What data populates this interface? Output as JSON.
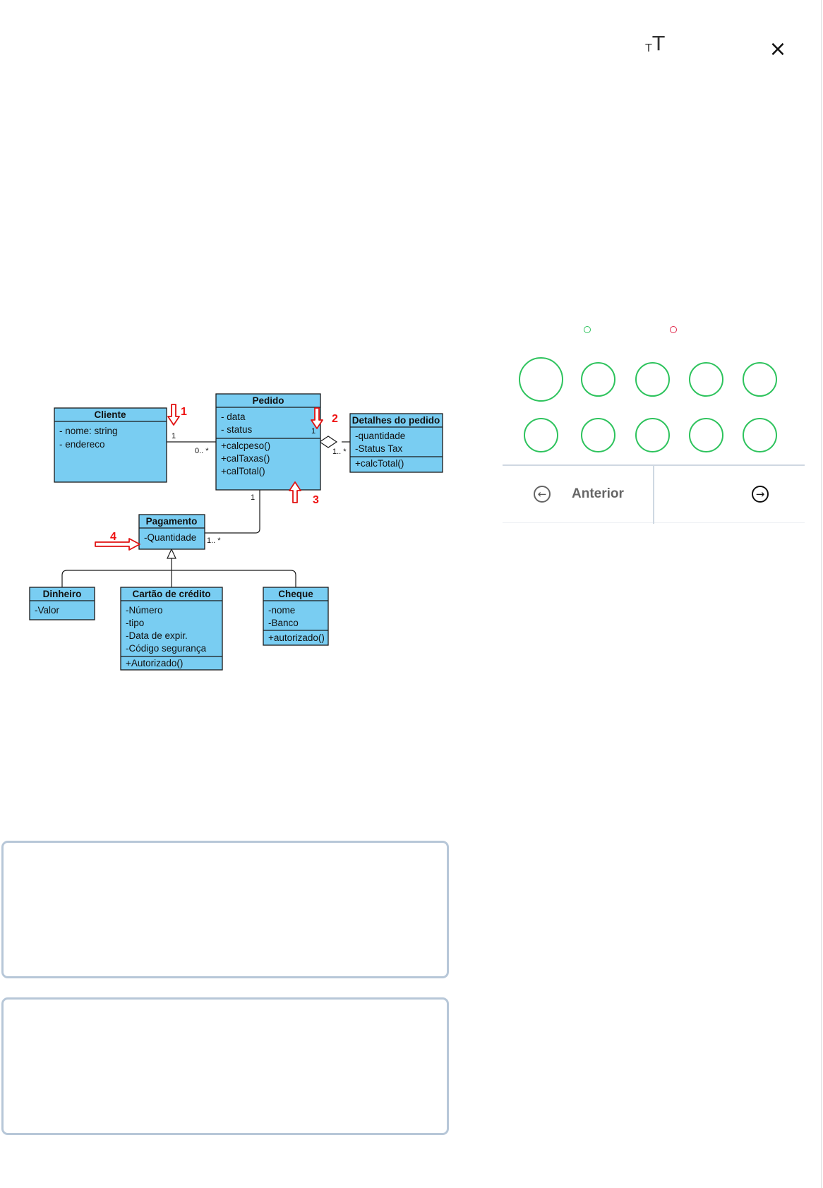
{
  "toolbar": {
    "font_size_small": "T",
    "font_size_big": "T",
    "close_symbol": "×"
  },
  "diagram": {
    "cliente": {
      "title": "Cliente",
      "attrs": [
        "- nome: string",
        "- endereco"
      ]
    },
    "pedido": {
      "title": "Pedido",
      "attrs": [
        "- data",
        "- status"
      ],
      "methods": [
        "+calcpeso()",
        "+calTaxas()",
        "+calTotal()"
      ]
    },
    "detalhes": {
      "title": "Detalhes do pedido",
      "attrs": [
        "-quantidade",
        "-Status Tax"
      ],
      "methods": [
        "+calcTotal()"
      ]
    },
    "pagamento": {
      "title": "Pagamento",
      "attrs": [
        "-Quantidade"
      ]
    },
    "dinheiro": {
      "title": "Dinheiro",
      "attrs": [
        "-Valor"
      ]
    },
    "cartao": {
      "title": "Cartão de crédito",
      "attrs": [
        "-Número",
        "-tipo",
        "-Data de expir.",
        "-Código segurança"
      ],
      "methods": [
        "+Autorizado()"
      ]
    },
    "cheque": {
      "title": "Cheque",
      "attrs": [
        "-nome",
        "-Banco"
      ],
      "methods": [
        "+autorizado()"
      ]
    },
    "multiplicities": {
      "cliente_side": "1",
      "pedido_left": "0.. *",
      "pedido_right": "1",
      "detalhes_side": "1.. *",
      "pedido_bottom": "1",
      "pagamento_side": "1.. *"
    },
    "markers": [
      "1",
      "2",
      "3",
      "4"
    ],
    "colors": {
      "class_fill": "#79cdf2",
      "border": "#1a1a1a",
      "marker": "#e11111"
    }
  },
  "indicators": {
    "answered_color": "#2ec35d",
    "wrong_color": "#e0264a"
  },
  "questions": {
    "count": 10,
    "border_color": "#2ec35d"
  },
  "nav": {
    "prev_label": "Anterior",
    "prev_icon": "arrow-left-icon",
    "next_icon": "arrow-right-icon"
  }
}
